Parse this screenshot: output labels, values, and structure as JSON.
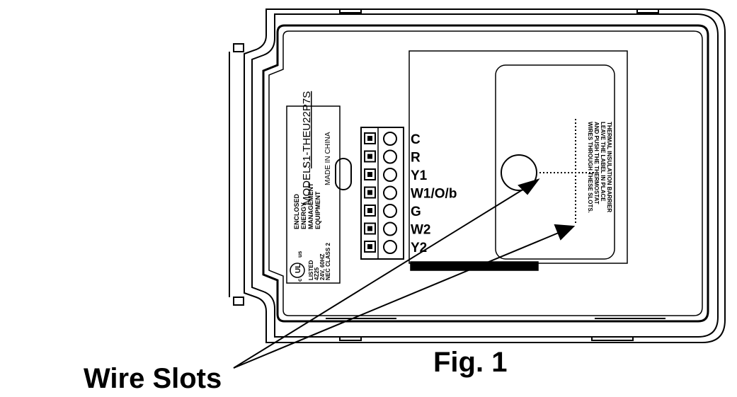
{
  "figure_caption": "Fig. 1",
  "callout_label": "Wire Slots",
  "terminals": [
    "C",
    "R",
    "Y1",
    "W1/O/b",
    "G",
    "W2",
    "Y2"
  ],
  "label_plate": {
    "model_prefix": "MODEL:",
    "model_number": "S1-THEU22P7S",
    "made_in": "MADE IN CHINA",
    "equipment_lines": [
      "ENCLOSED",
      "ENERGY",
      "MANAGEMENT",
      "EQUIPMENT"
    ],
    "ul_mark": "UL",
    "ul_c": "c",
    "ul_us": "us",
    "ul_lines": [
      "LISTED",
      "4Z25",
      "24V, 60HZ",
      "NEC CLASS 2"
    ]
  },
  "insulation_note": [
    "THERMAL INSULATION BARRIER",
    "LEAVE THE LABEL IN PLACE",
    "AND PUSH THE THERMOSTAT",
    "WIRES THROUGH THESE SLOTS."
  ],
  "colors": {
    "stroke": "#000000",
    "background": "#ffffff"
  }
}
